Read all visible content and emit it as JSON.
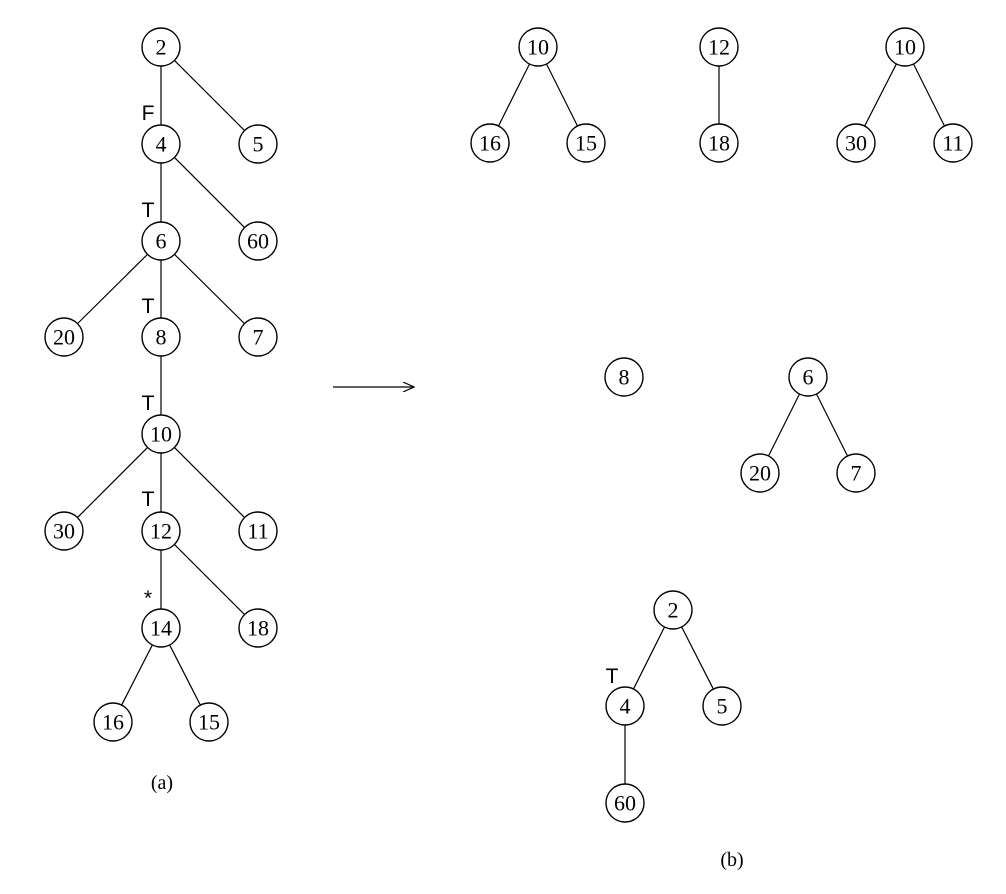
{
  "captions": {
    "a": "(a)",
    "b": "(b)"
  },
  "nodes": {
    "a2": "2",
    "a4": "4",
    "a5": "5",
    "a6": "6",
    "a60": "60",
    "a20": "20",
    "a8": "8",
    "a7": "7",
    "a10": "10",
    "a30": "30",
    "a12": "12",
    "a11": "11",
    "a14": "14",
    "a18": "18",
    "a16": "16",
    "a15": "15",
    "b1_10": "10",
    "b1_16": "16",
    "b1_15": "15",
    "b2_12": "12",
    "b2_18": "18",
    "b3_10": "10",
    "b3_30": "30",
    "b3_11": "11",
    "b4_8": "8",
    "b5_6": "6",
    "b5_20": "20",
    "b5_7": "7",
    "b6_2": "2",
    "b6_4": "4",
    "b6_5": "5",
    "b6_60": "60"
  },
  "markers": {
    "m4": "F",
    "m6": "T",
    "m8": "T",
    "m10": "T",
    "m12": "T",
    "m14": "*",
    "mb4": "T"
  },
  "edges": [
    [
      "a2",
      "a4"
    ],
    [
      "a2",
      "a5"
    ],
    [
      "a4",
      "a6"
    ],
    [
      "a4",
      "a60"
    ],
    [
      "a6",
      "a20"
    ],
    [
      "a6",
      "a8"
    ],
    [
      "a6",
      "a7"
    ],
    [
      "a8",
      "a10"
    ],
    [
      "a10",
      "a30"
    ],
    [
      "a10",
      "a12"
    ],
    [
      "a10",
      "a11"
    ],
    [
      "a12",
      "a14"
    ],
    [
      "a12",
      "a18"
    ],
    [
      "a14",
      "a16"
    ],
    [
      "a14",
      "a15"
    ],
    [
      "b1_10",
      "b1_16"
    ],
    [
      "b1_10",
      "b1_15"
    ],
    [
      "b2_12",
      "b2_18"
    ],
    [
      "b3_10",
      "b3_30"
    ],
    [
      "b3_10",
      "b3_11"
    ],
    [
      "b5_6",
      "b5_20"
    ],
    [
      "b5_6",
      "b5_7"
    ],
    [
      "b6_2",
      "b6_4"
    ],
    [
      "b6_2",
      "b6_5"
    ],
    [
      "b6_4",
      "b6_60"
    ]
  ]
}
